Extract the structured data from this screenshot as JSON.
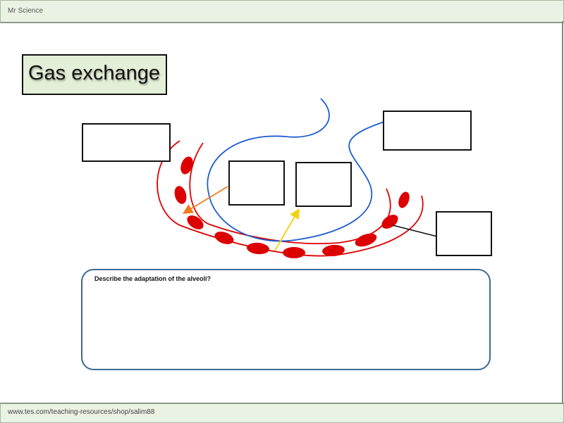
{
  "header": {
    "text": "Mr Science"
  },
  "title": {
    "text": "Gas exchange"
  },
  "question": {
    "text": "Describe the adaptation of the alveoli?"
  },
  "footer": {
    "text": "www.tes.com/teaching-resources/shop/salim88"
  },
  "colors": {
    "capillary": "#dd0000",
    "alveolus": "#1e5cd0",
    "arrow_out": "#f07b1d",
    "arrow_in": "#f2d20c",
    "bar_fill": "#e9f2e3"
  }
}
